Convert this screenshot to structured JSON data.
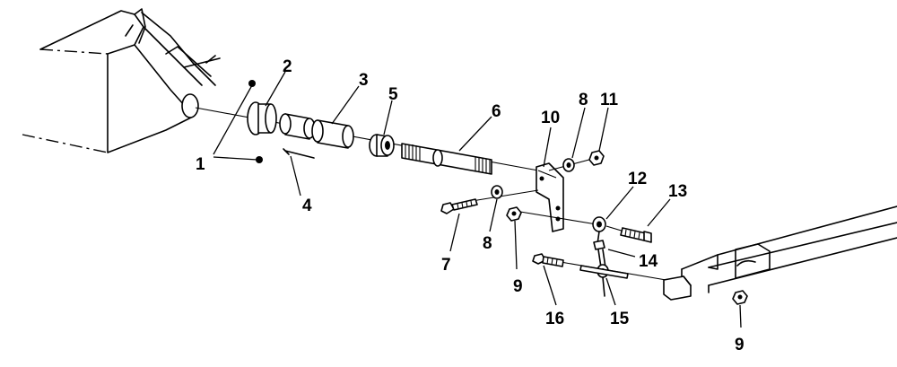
{
  "callouts": [
    {
      "id": "c1",
      "text": "1"
    },
    {
      "id": "c2",
      "text": "2"
    },
    {
      "id": "c3",
      "text": "3"
    },
    {
      "id": "c4",
      "text": "4"
    },
    {
      "id": "c5",
      "text": "5"
    },
    {
      "id": "c6",
      "text": "6"
    },
    {
      "id": "c7",
      "text": "7"
    },
    {
      "id": "c8a",
      "text": "8"
    },
    {
      "id": "c8b",
      "text": "8"
    },
    {
      "id": "c9a",
      "text": "9"
    },
    {
      "id": "c9b",
      "text": "9"
    },
    {
      "id": "c10",
      "text": "10"
    },
    {
      "id": "c11",
      "text": "11"
    },
    {
      "id": "c12",
      "text": "12"
    },
    {
      "id": "c13",
      "text": "13"
    },
    {
      "id": "c14",
      "text": "14"
    },
    {
      "id": "c15",
      "text": "15"
    },
    {
      "id": "c16",
      "text": "16"
    }
  ]
}
